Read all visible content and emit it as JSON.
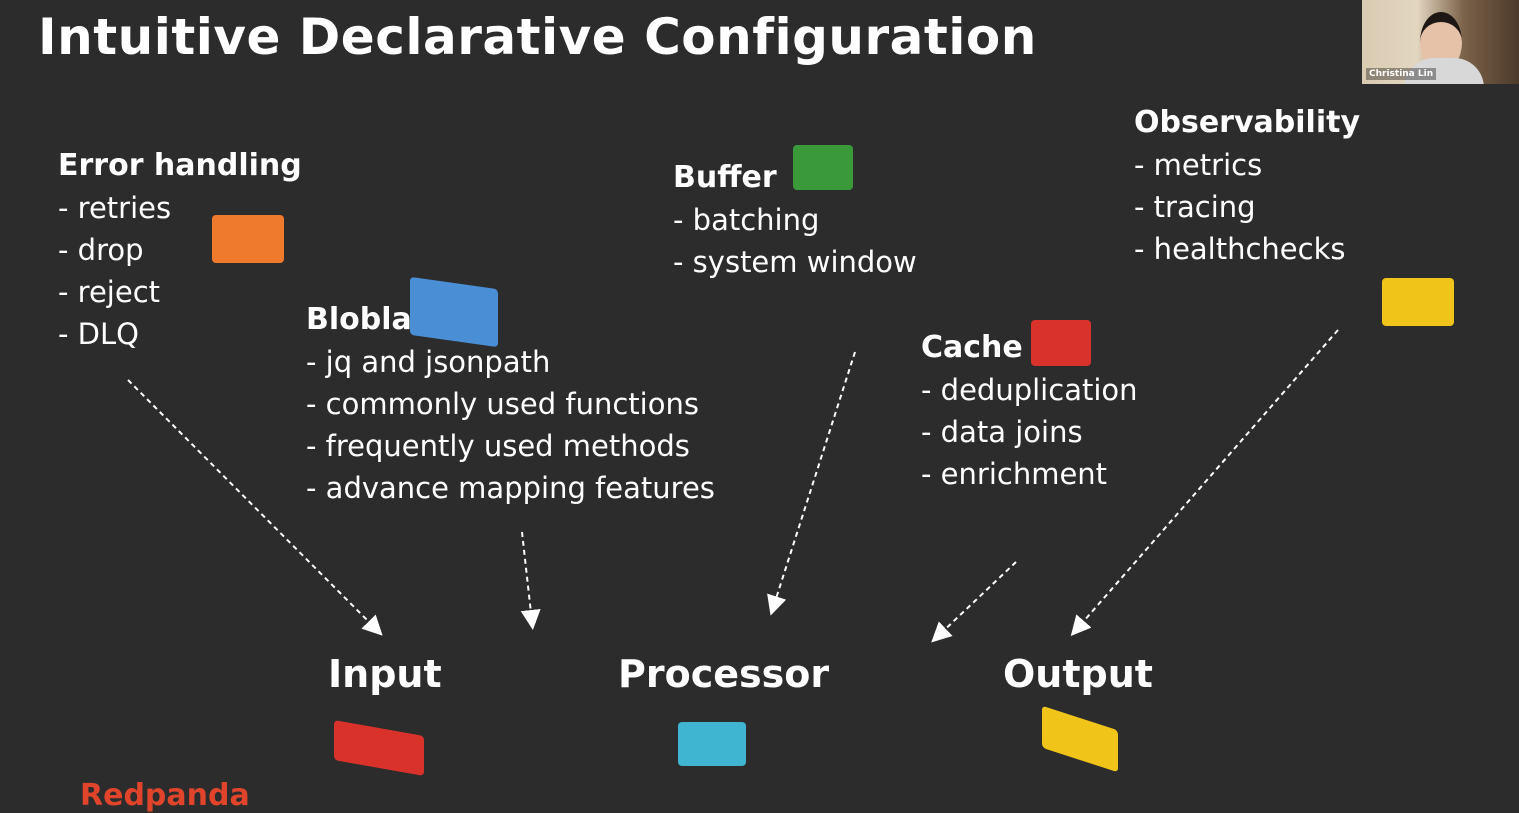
{
  "title": "Intuitive Declarative Configuration",
  "error_handling": {
    "heading": "Error handling",
    "items": [
      "- retries",
      "- drop",
      "- reject",
      "- DLQ"
    ]
  },
  "buffer": {
    "heading": "Buffer",
    "items": [
      "- batching",
      "- system window"
    ]
  },
  "observability": {
    "heading": "Observability",
    "items": [
      "- metrics",
      "- tracing",
      "- healthchecks"
    ]
  },
  "bloblang": {
    "heading": "Bloblang",
    "items": [
      "- jq and jsonpath",
      "- commonly used functions",
      "- frequently used methods",
      "- advance mapping features"
    ]
  },
  "cache": {
    "heading": "Cache",
    "items": [
      "- deduplication",
      "- data joins",
      "- enrichment"
    ]
  },
  "components": {
    "input": "Input",
    "processor": "Processor",
    "output": "Output"
  },
  "footer": "Redpanda",
  "video": {
    "participant_name": "Christina Lin"
  },
  "colors": {
    "background": "#2c2c2c",
    "orange": "#f07a2c",
    "blue": "#4a8fd6",
    "green": "#3a9a3a",
    "red": "#d8322a",
    "yellow": "#f0c419",
    "cyan": "#3fb5d2",
    "footer_red": "#e0452c"
  }
}
